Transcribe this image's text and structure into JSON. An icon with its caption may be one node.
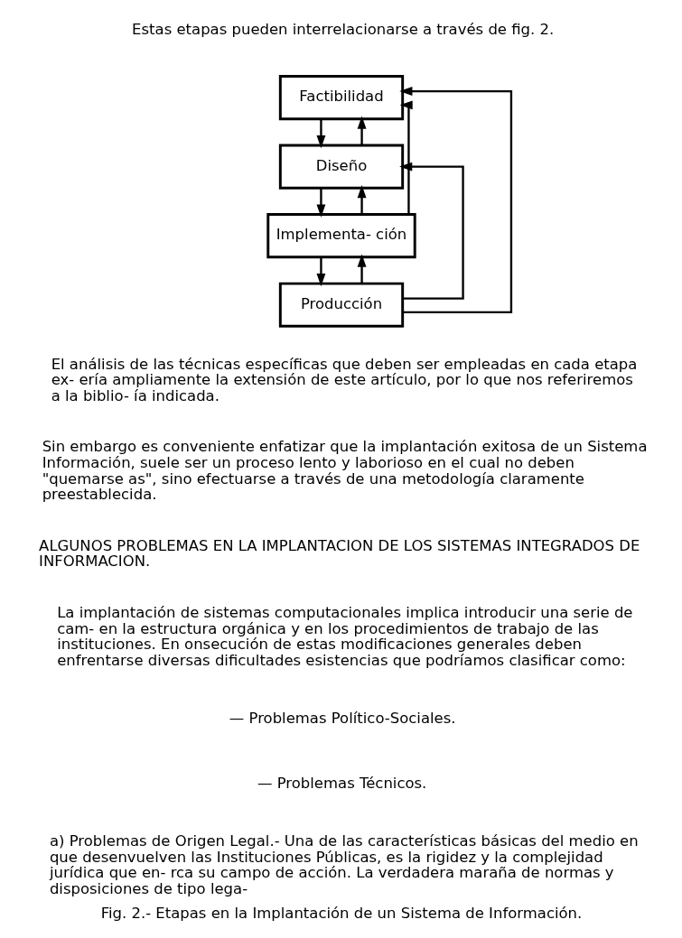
{
  "diagram": {
    "caption": "Fig. 2.- Etapas en la Implantación de un Sistema de Información.",
    "nodes": [
      {
        "text": [
          "Factibilidad"
        ]
      },
      {
        "text": [
          "Diseño"
        ]
      },
      {
        "text": [
          "Implementa- ción"
        ]
      },
      {
        "text": [
          "Producción"
        ]
      }
    ],
    "edges": [
      {
        "from": 0,
        "to": 1,
        "arrow": "to"
      },
      {
        "from": 1,
        "to": 2,
        "arrow": "to"
      },
      {
        "from": 2,
        "to": 3,
        "arrow": "to"
      },
      {
        "from": 3,
        "to": 0,
        "arrow": "to"
      },
      {
        "from": 3,
        "to": 1,
        "arrow": "to"
      },
      {
        "from": 3,
        "to": 2,
        "arrow": "to"
      },
      {
        "from": 1,
        "to": 0,
        "arrow": "to"
      },
      {
        "from": 2,
        "to": 0,
        "arrow": "to"
      },
      {
        "from": 2,
        "to": 1,
        "arrow": "to"
      }
    ],
    "labels": [
      "Estas etapas pueden interrelacionarse a través de fig. 2.",
      "El análisis de las técnicas específicas que deben ser empleadas en cada etapa ex- ería ampliamente la extensión de este artículo, por lo que nos referiremos a la biblio- ía indicada.",
      "Sin embargo es conveniente enfatizar que la implantación exitosa de un Sistema Información, suele ser un proceso lento y laborioso en el cual no deben \"quemarse as\", sino efectuarse a través de una metodología claramente preestablecida.",
      "ALGUNOS PROBLEMAS EN LA IMPLANTACION DE LOS SISTEMAS INTEGRADOS DE INFORMACION.",
      "La implantación de sistemas computacionales implica introducir una serie de cam- en la estructura orgánica y en los procedimientos de trabajo de las instituciones. En onsecución de estas modificaciones generales deben enfrentarse diversas dificultades esistencias que podríamos clasificar como:",
      "— Problemas Político-Sociales.",
      "— Problemas Técnicos.",
      "a) Problemas de Origen Legal.- Una de las características básicas del medio en que desenvuelven las Instituciones Públicas, es la rigidez y la complejidad jurídica que en- rca su campo de acción. La verdadera maraña de normas y disposiciones de tipo lega-"
    ]
  }
}
